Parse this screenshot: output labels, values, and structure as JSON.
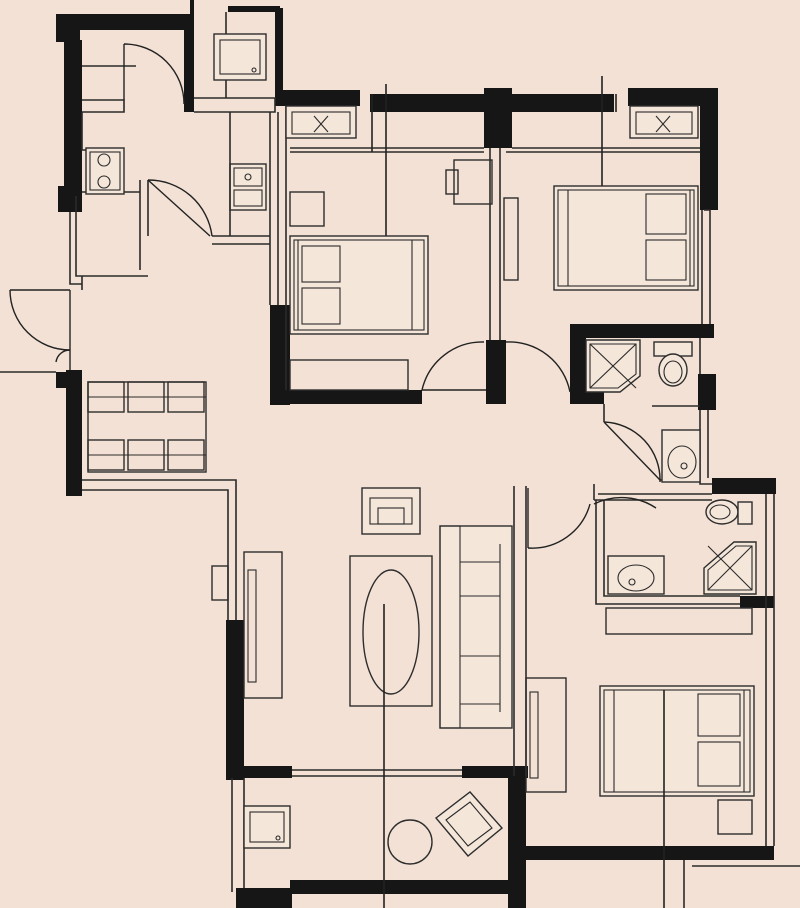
{
  "floor_plan": {
    "text_labels": [],
    "rooms": [
      "kitchen",
      "utility",
      "entry",
      "dining",
      "living-room",
      "bedroom-1",
      "bedroom-2",
      "master-bedroom",
      "bathroom-1",
      "bathroom-2",
      "balcony-1",
      "balcony-2",
      "balcony-3"
    ],
    "colors": {
      "background": "#f2e1d4",
      "walls": "#161616",
      "lines": "#2a2a2a"
    },
    "icons": [
      "washing-machine-icon",
      "stove-icon",
      "sink-icon",
      "bed-icon",
      "toilet-icon",
      "shower-icon",
      "washbasin-icon",
      "sofa-icon",
      "armchair-icon",
      "tv-cabinet-icon",
      "dining-table-icon",
      "air-conditioner-icon"
    ]
  }
}
